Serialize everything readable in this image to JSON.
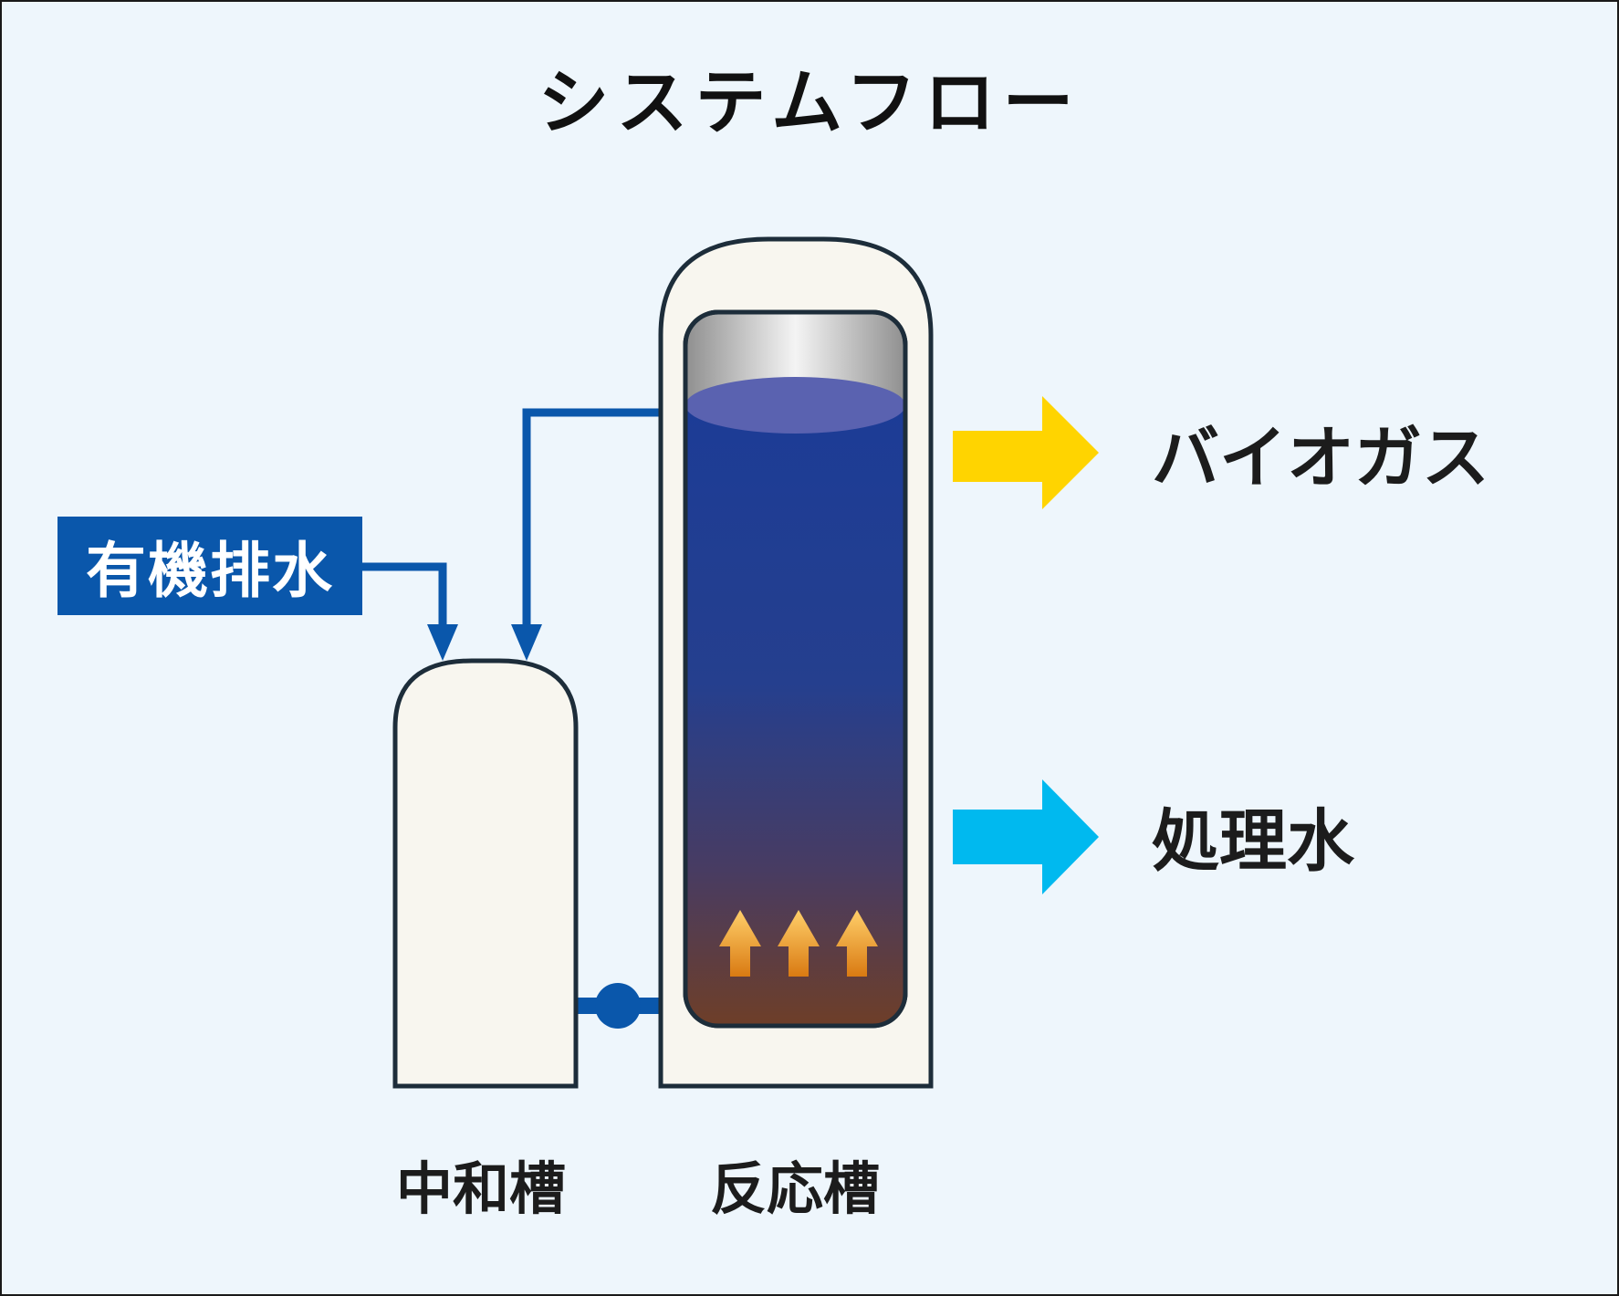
{
  "title": "システムフロー",
  "inputs": {
    "organic_wastewater": "有機排水"
  },
  "tanks": {
    "neutralization": "中和槽",
    "reactor": "反応槽"
  },
  "outputs": {
    "biogas": "バイオガス",
    "treated_water": "処理水"
  },
  "colors": {
    "background": "#eef6fc",
    "pipe": "#0a57ab",
    "tank_body": "#f8f6ef",
    "tank_outline": "#1d2d3a",
    "biogas_arrow": "#ffd400",
    "treated_water_arrow": "#00b9ef",
    "liquid_top": "#1c3c96",
    "liquid_bottom": "#6e3e28",
    "bubble_arrows": "#f0a020"
  }
}
